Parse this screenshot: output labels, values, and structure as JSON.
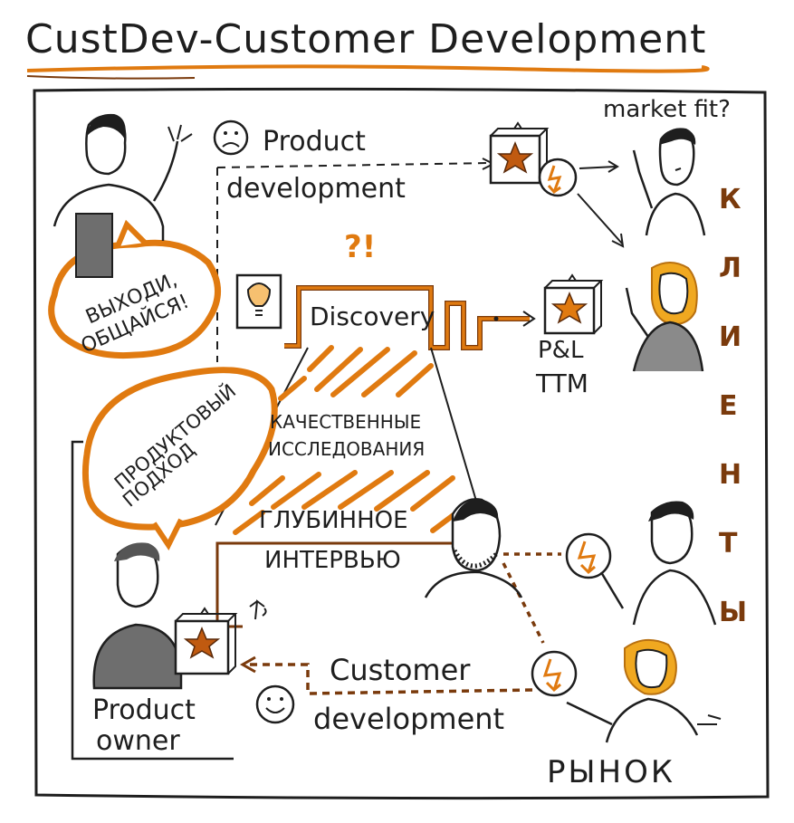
{
  "title": "CustDev-Customer Development",
  "labels": {
    "market_fit": "market fit?",
    "product_development_line1": "Product",
    "product_development_line2": "development",
    "question_marks": "?!",
    "discovery": "Discovery",
    "pl": "P&L",
    "ttm": "TTM",
    "qualitative_line1": "КАЧЕСТВЕННЫЕ",
    "qualitative_line2": "ИССЛЕДОВАНИЯ",
    "deep_interview_line1": "ГЛУБИННОЕ",
    "deep_interview_line2": "ИНТЕРВЬЮ",
    "customer_development_line1": "Customer",
    "customer_development_line2": "development",
    "product_owner_line1": "Product",
    "product_owner_line2": "owner",
    "market": "РЫНОК"
  },
  "bubbles": {
    "go_out_line1": "ВЫХОДИ,",
    "go_out_line2": "ОБЩАЙСЯ!",
    "product_approach_line1": "ПРОДУКТОВЫЙ",
    "product_approach_line2": "ПОДХОД"
  },
  "clients_vertical": [
    "К",
    "Л",
    "И",
    "Е",
    "Н",
    "Т",
    "Ы"
  ],
  "colors": {
    "accent": "#e07a10",
    "accent_dark": "#7a3a0c",
    "ink": "#1e1e1e",
    "gray_shirt": "#8a8a8a",
    "hair_yellow": "#f0a820"
  }
}
